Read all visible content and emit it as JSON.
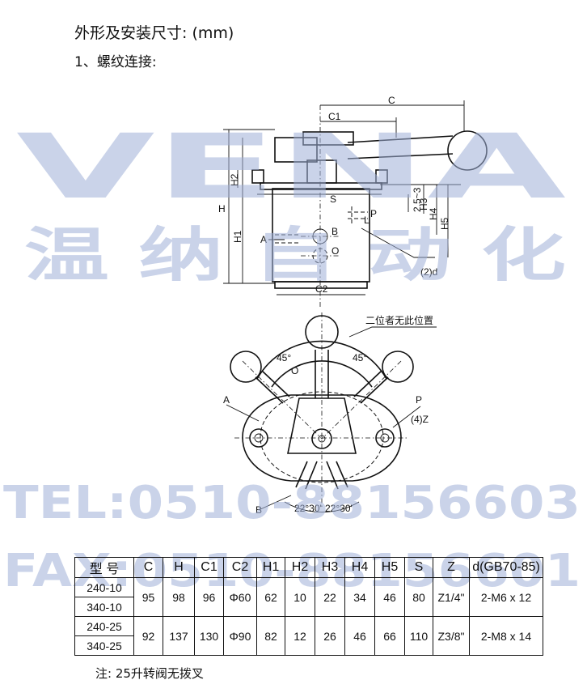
{
  "document": {
    "title": "外形及安装尺寸: (mm)",
    "subtitle": "1、螺纹连接:",
    "note": "注: 25升转阀无拨叉"
  },
  "watermark": {
    "brand": "VENA",
    "company": "温 纳 自 动 化",
    "tel": "TEL:0510-88156603",
    "fax": "FAX:0510-88156601",
    "color": "#9fb0d8"
  },
  "drawing_side": {
    "labels": {
      "C": "C",
      "C1": "C1",
      "C2": "C2",
      "H": "H",
      "H1": "H1",
      "H2": "H2",
      "S": "S",
      "H3": "H3",
      "H4": "H4",
      "H5": "H5",
      "range": "2.5~3",
      "L": "L",
      "P": "P",
      "A": "A",
      "B": "B",
      "O": "O",
      "d": "(2)d"
    }
  },
  "drawing_top": {
    "labels": {
      "callout": "二位者无此位置",
      "angle_left": "45°",
      "angle_right": "45°",
      "O": "O",
      "A": "A",
      "P": "P",
      "Z": "(4)Z",
      "B": "B",
      "angle_bottom_left": "22°30'",
      "angle_bottom_right": "22°30'"
    }
  },
  "table": {
    "headers": [
      "型  号",
      "C",
      "H",
      "C1",
      "C2",
      "H1",
      "H2",
      "H3",
      "H4",
      "H5",
      "S",
      "Z",
      "d(GB70-85)"
    ],
    "models": [
      "240-10",
      "340-10",
      "240-25",
      "340-25"
    ],
    "groups": [
      {
        "C": "95",
        "H": "98",
        "C1": "96",
        "C2": "Φ60",
        "H1": "62",
        "H2": "10",
        "H3": "22",
        "H4": "34",
        "H5": "46",
        "S": "80",
        "Z": "Z1/4\"",
        "d": "2-M6  x  12"
      },
      {
        "C": "92",
        "H": "137",
        "C1": "130",
        "C2": "Φ90",
        "H1": "82",
        "H2": "12",
        "H3": "26",
        "H4": "46",
        "H5": "66",
        "S": "110",
        "Z": "Z3/8\"",
        "d": "2-M8  x  14"
      }
    ]
  }
}
